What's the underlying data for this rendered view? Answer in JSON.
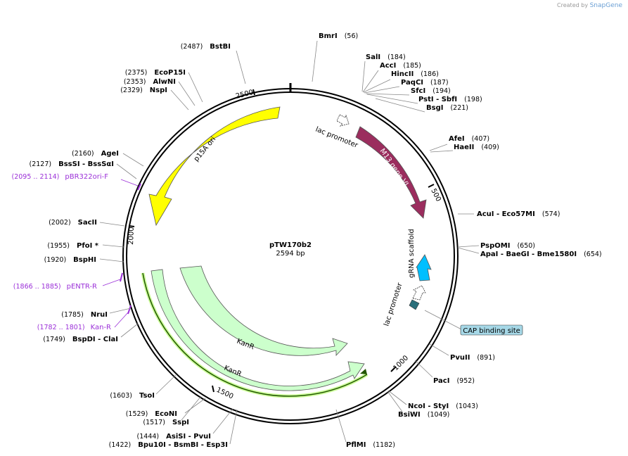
{
  "credit": {
    "prefix": "Created by",
    "brand": "SnapGene"
  },
  "plasmid": {
    "name": "pTW170b2",
    "length": "2594 bp"
  },
  "ticks": [
    "500",
    "1000",
    "1500",
    "2000",
    "2500"
  ],
  "sites": [
    {
      "name": "BmrI",
      "pos": "(56)"
    },
    {
      "name": "SalI",
      "pos": "(184)"
    },
    {
      "name": "AccI",
      "pos": "(185)"
    },
    {
      "name": "HincII",
      "pos": "(186)"
    },
    {
      "name": "PaqCI",
      "pos": "(187)"
    },
    {
      "name": "SfcI",
      "pos": "(194)"
    },
    {
      "name": "PstI",
      "extra": " - SbfI",
      "pos": "(198)"
    },
    {
      "name": "BsgI",
      "pos": "(221)"
    },
    {
      "name": "AfeI",
      "pos": "(407)"
    },
    {
      "name": "HaeII",
      "pos": "(409)"
    },
    {
      "name": "AcuI",
      "extra": " - Eco57MI",
      "pos": "(574)"
    },
    {
      "name": "PspOMI",
      "pos": "(650)"
    },
    {
      "name": "ApaI",
      "extra": " - BaeGI  - Bme1580I",
      "pos": "(654)"
    },
    {
      "name": "PvuII",
      "pos": "(891)"
    },
    {
      "name": "PacI",
      "pos": "(952)"
    },
    {
      "name": "NcoI",
      "extra": " - StyI",
      "pos": "(1043)"
    },
    {
      "name": "BsiWI",
      "pos": "(1049)"
    },
    {
      "name": "PflMI",
      "pos": "(1182)"
    },
    {
      "name": "AsiSI",
      "extra": " - PvuI",
      "pos": "(1444)"
    },
    {
      "name": "Bpu10I",
      "extra": " - BsmBI  - Esp3I",
      "pos": "(1422)"
    },
    {
      "name": "EcoNI",
      "pos": "(1529)"
    },
    {
      "name": "SspI",
      "pos": "(1517)"
    },
    {
      "name": "TsoI",
      "pos": "(1603)"
    },
    {
      "name": "BspDI",
      "extra": " - ClaI",
      "pos": "(1749)"
    },
    {
      "name": "NruI",
      "pos": "(1785)"
    },
    {
      "name": "BspHI",
      "pos": "(1920)"
    },
    {
      "name": "PfoI *",
      "pos": "(1955)"
    },
    {
      "name": "SacII",
      "pos": "(2002)"
    },
    {
      "name": "BssSI",
      "extra": " - BssSαI",
      "pos": "(2127)"
    },
    {
      "name": "AgeI",
      "pos": "(2160)"
    },
    {
      "name": "NspI",
      "pos": "(2329)"
    },
    {
      "name": "AlwNI",
      "pos": "(2353)"
    },
    {
      "name": "EcoP15I",
      "pos": "(2375)"
    },
    {
      "name": "BstBI",
      "pos": "(2487)"
    }
  ],
  "primers": [
    {
      "range": "(2095 .. 2114)",
      "name": "pBR322ori-F"
    },
    {
      "range": "(1866 .. 1885)",
      "name": "pENTR-R"
    },
    {
      "range": "(1782 .. 1801)",
      "name": "Kan-R"
    }
  ],
  "features": {
    "p15a": "p15A ori",
    "lac1": "lac promoter",
    "m13": "M13 gene VI",
    "grna": "gRNA scaffold",
    "lac2": "lac promoter",
    "cap": "CAP binding site",
    "kanr1": "KanR",
    "kanr2": "KanR"
  },
  "colors": {
    "p15a": "#ffff00",
    "m13": "#9b2d5e",
    "grna": "#00bfff",
    "kanr": "#ccffcc",
    "cap": "#a6d8e7",
    "primer": "#9b30d8",
    "cap_small": "#2a6f7a"
  }
}
